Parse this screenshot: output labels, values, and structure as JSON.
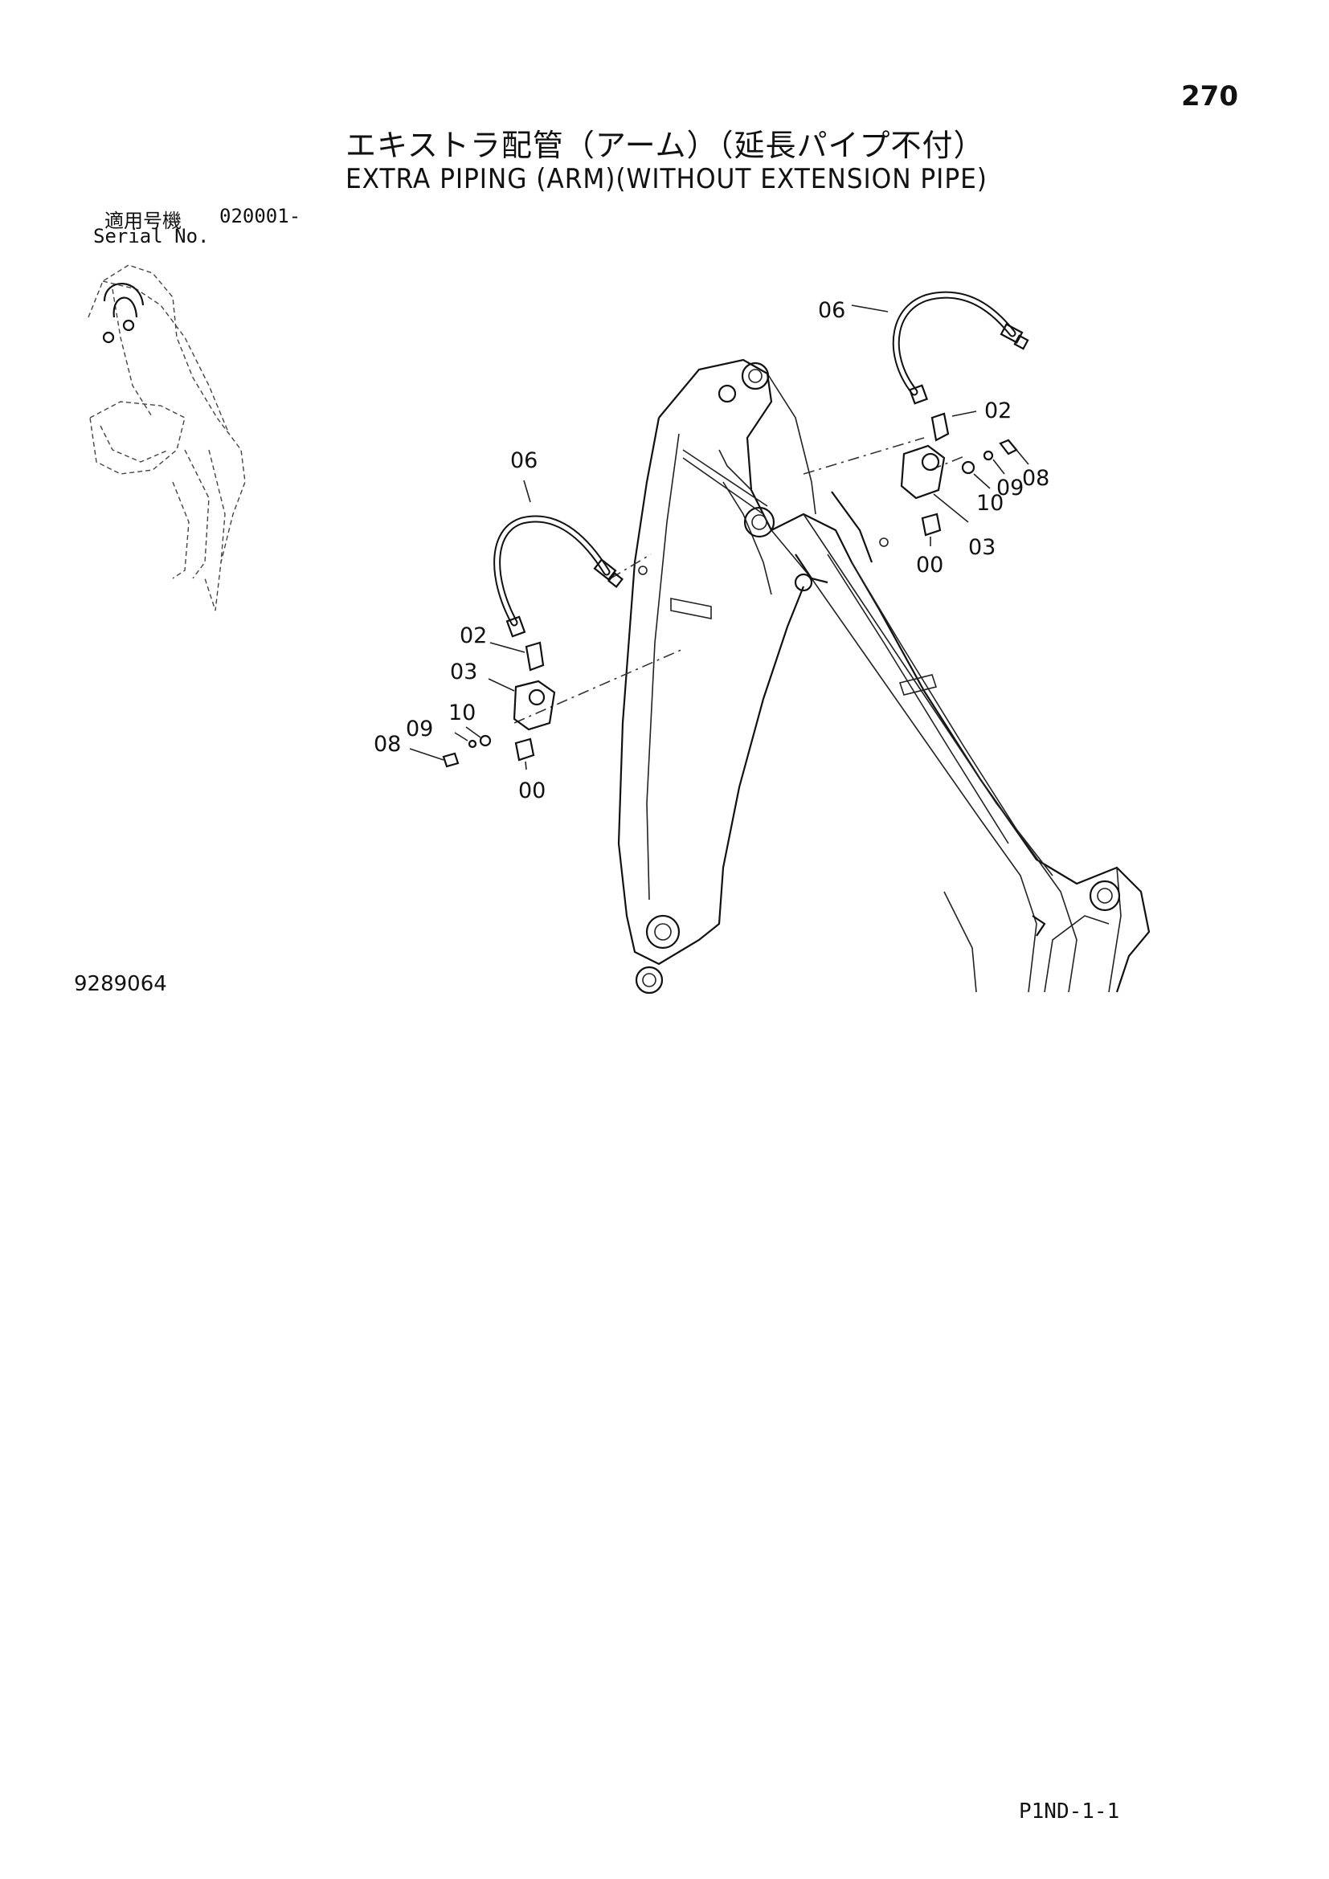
{
  "page_number": "270",
  "title_ja": "エキストラ配管（アーム）（延長パイプ不付）",
  "title_en": "EXTRA PIPING (ARM)(WITHOUT EXTENSION PIPE)",
  "serial": {
    "label_ja": "適用号機",
    "value": "020001-",
    "label_en": "Serial No."
  },
  "figure_number": "9289064",
  "footer_code": "P1ND-1-1",
  "callouts": {
    "hose_top": "06",
    "hose_left": "06",
    "fitting_right": "02",
    "fitting_left": "02",
    "bracket_right": "03",
    "bracket_left": "03",
    "bolt_right": "08",
    "bolt_left": "08",
    "lockwasher_right": "09",
    "lockwasher_left": "09",
    "washer_right": "10",
    "washer_left": "10",
    "plug_right": "00",
    "plug_left": "00"
  }
}
